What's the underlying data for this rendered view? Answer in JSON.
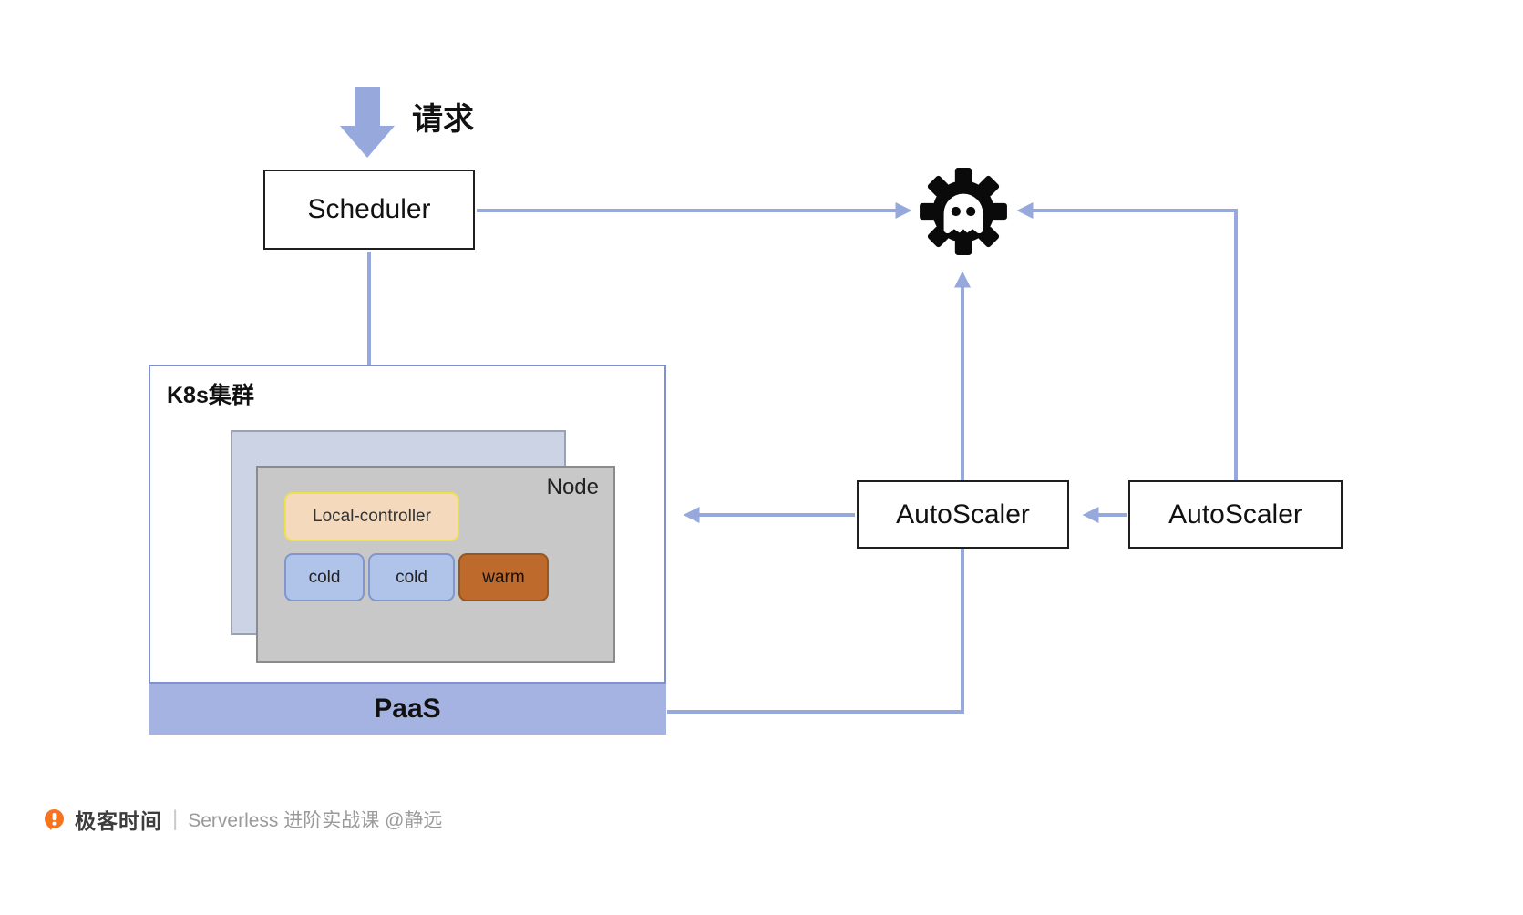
{
  "colors": {
    "arrow": "#97A8DC",
    "paas_fill": "#A4B3E1",
    "k8s_border": "#8191CF",
    "stack_fill": "#CCD3E4",
    "stack_border": "#9BA1AE",
    "node_fill": "#C8C8C8",
    "node_border": "#8B8B8B",
    "local_fill": "#F5D9BD",
    "local_border": "#EDE24E",
    "cold_fill": "#AFC4E8",
    "cold_border": "#8196CB",
    "warm_fill": "#BD6A2C",
    "warm_border": "#9A561F",
    "brand_orange": "#F7741F"
  },
  "diagram": {
    "request_label": "请求",
    "scheduler": "Scheduler",
    "gear_icon": "controller-gear-icon",
    "k8s_cluster": "K8s集群",
    "node": "Node",
    "local_controller": "Local-controller",
    "pods": [
      {
        "label": "cold",
        "state": "cold"
      },
      {
        "label": "cold",
        "state": "cold"
      },
      {
        "label": "warm",
        "state": "warm"
      }
    ],
    "paas": "PaaS",
    "autoscalers": [
      {
        "label": "AutoScaler"
      },
      {
        "label": "AutoScaler"
      }
    ]
  },
  "footer": {
    "brand": "极客时间",
    "separator": "|",
    "caption": "Serverless 进阶实战课 @静远"
  }
}
